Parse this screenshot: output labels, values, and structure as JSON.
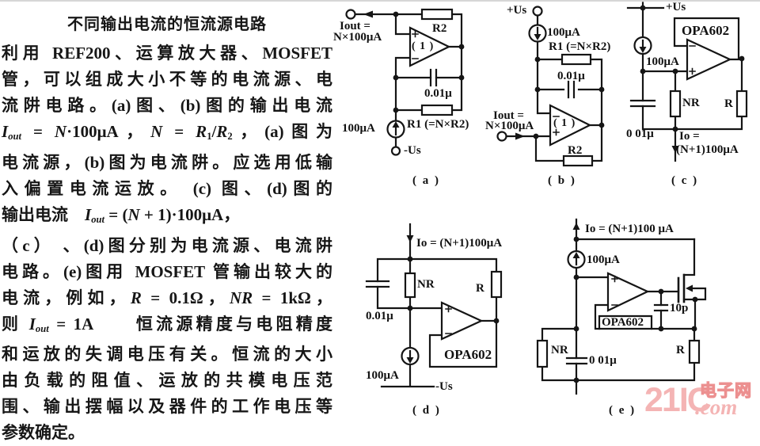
{
  "article": {
    "title": "不同输出电流的恒流源电路",
    "lines": [
      {
        "seg": [
          {
            "t": "利用 "
          },
          {
            "t": "REF200",
            "s": "rm"
          },
          {
            "t": "、运算放大器、"
          },
          {
            "t": "MOSFET",
            "s": "rm"
          }
        ]
      },
      {
        "seg": [
          {
            "t": "管，可以组成大小不等的电流源、电"
          }
        ]
      },
      {
        "seg": [
          {
            "t": "流阱电路。"
          },
          {
            "t": "(a)",
            "s": "rm"
          },
          {
            "t": "图、"
          },
          {
            "t": "(b)",
            "s": "rm"
          },
          {
            "t": "图的输出电流"
          }
        ]
      },
      {
        "seg": [
          {
            "t": "I",
            "s": "it"
          },
          {
            "t": "out",
            "s": "sub"
          },
          {
            "t": " = ",
            "s": "rm"
          },
          {
            "t": "N",
            "s": "it"
          },
          {
            "t": "·100μA",
            "s": "rm"
          },
          {
            "t": "，"
          },
          {
            "t": "N",
            "s": "it"
          },
          {
            "t": " = ",
            "s": "rm"
          },
          {
            "t": "R",
            "s": "it"
          },
          {
            "t": "1",
            "s": "subr"
          },
          {
            "t": "/",
            "s": "rm"
          },
          {
            "t": "R",
            "s": "it"
          },
          {
            "t": "2",
            "s": "subr"
          },
          {
            "t": "，"
          },
          {
            "t": "(a)",
            "s": "rm"
          },
          {
            "t": "图为"
          }
        ]
      },
      {
        "seg": [
          {
            "t": "电流源，"
          },
          {
            "t": "(b)",
            "s": "rm"
          },
          {
            "t": "图为电流阱。应选用低输"
          }
        ]
      },
      {
        "seg": [
          {
            "t": "入偏置电流运放。 "
          },
          {
            "t": "(c)",
            "s": "rm"
          },
          {
            "t": " 图、"
          },
          {
            "t": "(d)",
            "s": "rm"
          },
          {
            "t": "图的"
          }
        ]
      },
      {
        "cls": "short",
        "seg": [
          {
            "t": "输出电流　"
          },
          {
            "t": "I",
            "s": "it"
          },
          {
            "t": "out",
            "s": "sub"
          },
          {
            "t": " = (",
            "s": "rm"
          },
          {
            "t": "N",
            "s": "it"
          },
          {
            "t": " + 1)·100μA",
            "s": "rm"
          },
          {
            "t": "，"
          }
        ]
      },
      {
        "seg": [
          {
            "t": "（c） 、"
          },
          {
            "t": "(d)",
            "s": "rm"
          },
          {
            "t": "图分别为电流源、电流阱"
          }
        ]
      },
      {
        "seg": [
          {
            "t": "电路。"
          },
          {
            "t": "(e)",
            "s": "rm"
          },
          {
            "t": "图用 "
          },
          {
            "t": "MOSFET",
            "s": "rm"
          },
          {
            "t": " 管输出较大的"
          }
        ]
      },
      {
        "seg": [
          {
            "t": "电流，例如，"
          },
          {
            "t": "R",
            "s": "it"
          },
          {
            "t": " = 0.1Ω",
            "s": "rm"
          },
          {
            "t": "，"
          },
          {
            "t": "NR",
            "s": "it"
          },
          {
            "t": " = 1kΩ",
            "s": "rm"
          },
          {
            "t": "，"
          }
        ]
      },
      {
        "seg": [
          {
            "t": "则 "
          },
          {
            "t": "I",
            "s": "it"
          },
          {
            "t": "out",
            "s": "sub"
          },
          {
            "t": " = 1A",
            "s": "rm"
          },
          {
            "t": "　　恒流源精度与电阻精度"
          }
        ]
      },
      {
        "seg": [
          {
            "t": "和运放的失调电压有关。恒流的大小"
          }
        ]
      },
      {
        "seg": [
          {
            "t": "由负载的阻值、运放的共模电压范"
          }
        ]
      },
      {
        "seg": [
          {
            "t": "围、输出摆幅以及器件的工作电压等"
          }
        ]
      },
      {
        "cls": "end",
        "seg": [
          {
            "t": "参数确定。"
          }
        ]
      }
    ]
  },
  "circuits": {
    "a": {
      "labels": {
        "out1": "Iout =",
        "out2": "N×100μA",
        "r2": "R2",
        "gain": "( 1 )",
        "cap": "0.01μ",
        "r1": "R1 (=N×R2)",
        "cs": "100μA",
        "rail": "-Us",
        "fig": "( a )"
      }
    },
    "b": {
      "labels": {
        "vpos": "+Us",
        "cs": "100μA",
        "r1": "R1 (=N×R2)",
        "cap": "0.01μ",
        "out1": "Iout =",
        "out2": "N×100μA",
        "gain": "( 1 )",
        "r2": "R2",
        "fig": "( b )"
      }
    },
    "c": {
      "labels": {
        "vpos": "+Us",
        "cs": "100μA",
        "opamp": "OPA602",
        "nr": "NR",
        "r": "R",
        "cap": "0 01μ",
        "out1": "Io =",
        "out2": "(N+1)100μA",
        "fig": "( c )"
      }
    },
    "d": {
      "labels": {
        "out": "Io = (N+1)100μA",
        "nr": "NR",
        "r": "R",
        "cap": "0.01μ",
        "opamp": "OPA602",
        "cs": "100μA",
        "rail": "-Us",
        "fig": "( d )"
      }
    },
    "e": {
      "labels": {
        "out": "Io = (N+1)100 μA",
        "cs": "100μA",
        "opamp": "OPA602",
        "c10p": "10p",
        "nr": "NR",
        "cap": "0 01μ",
        "r": "R",
        "fig": "( e )"
      }
    }
  },
  "watermark": {
    "brand": "21IC",
    "cn": "电子网",
    "suffix": ".com"
  }
}
